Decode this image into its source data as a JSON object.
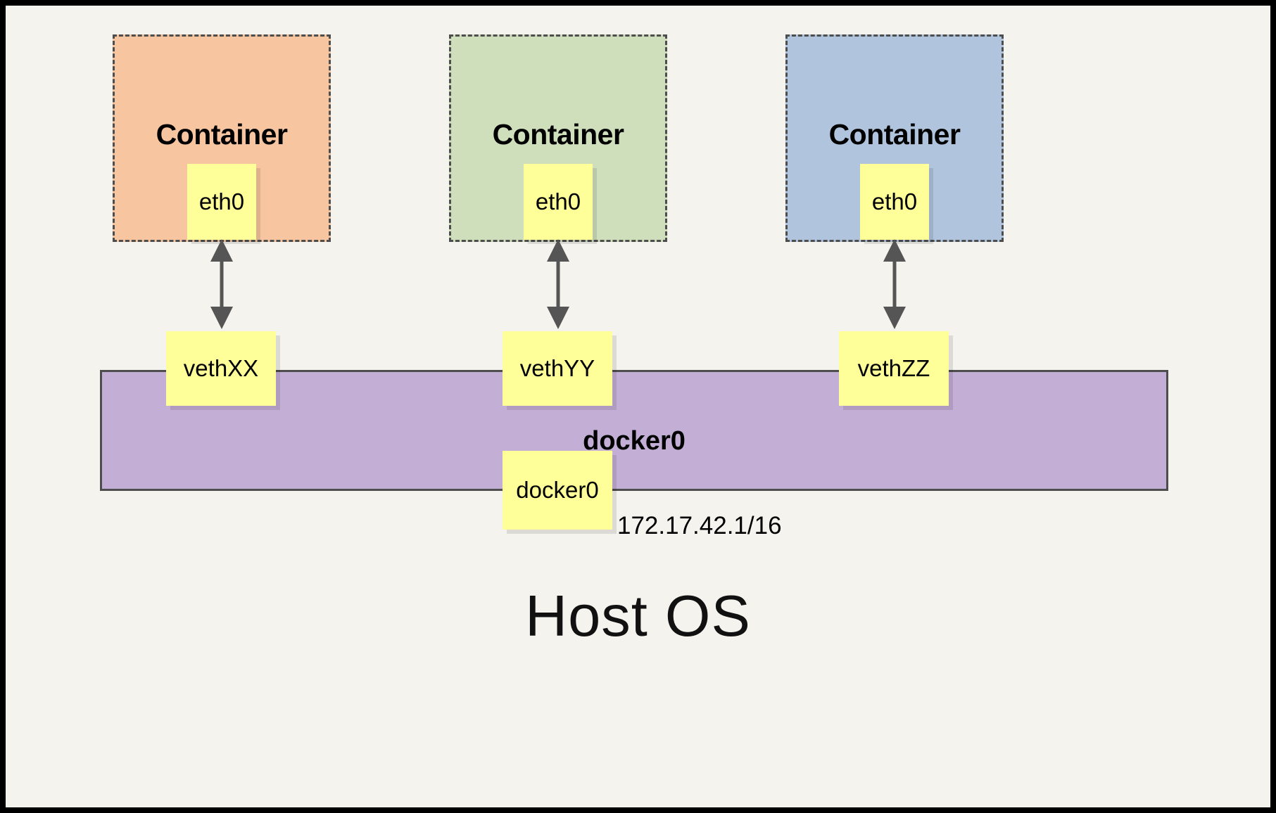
{
  "diagram": {
    "title": "Docker container networking with docker0 bridge",
    "frame_color": "#000000",
    "stage_color": "#f4f3ee"
  },
  "containers": [
    {
      "label": "Container",
      "fill": "#f7c59f",
      "border_color": "#4d4d4d",
      "interface": {
        "label": "eth0",
        "fill": "#ffff99"
      }
    },
    {
      "label": "Container",
      "fill": "#cfdfbb",
      "border_color": "#4d4d4d",
      "interface": {
        "label": "eth0",
        "fill": "#ffff99"
      }
    },
    {
      "label": "Container",
      "fill": "#b0c4de",
      "border_color": "#4d4d4d",
      "interface": {
        "label": "eth0",
        "fill": "#ffff99"
      }
    }
  ],
  "veth_pairs": [
    {
      "label": "vethXX",
      "fill": "#ffff99"
    },
    {
      "label": "vethYY",
      "fill": "#ffff99"
    },
    {
      "label": "vethZZ",
      "fill": "#ffff99"
    }
  ],
  "arrows": {
    "count": 3,
    "style": "double-headed-vertical",
    "color": "#555555"
  },
  "bridge": {
    "bar_label": "docker0",
    "bar_fill": "#c3aed6",
    "bar_border": "#4d4d4d",
    "node_label": "docker0",
    "node_fill": "#ffff99",
    "ip_address": "172.17.42.1/16"
  },
  "host": {
    "label": "Host OS"
  }
}
